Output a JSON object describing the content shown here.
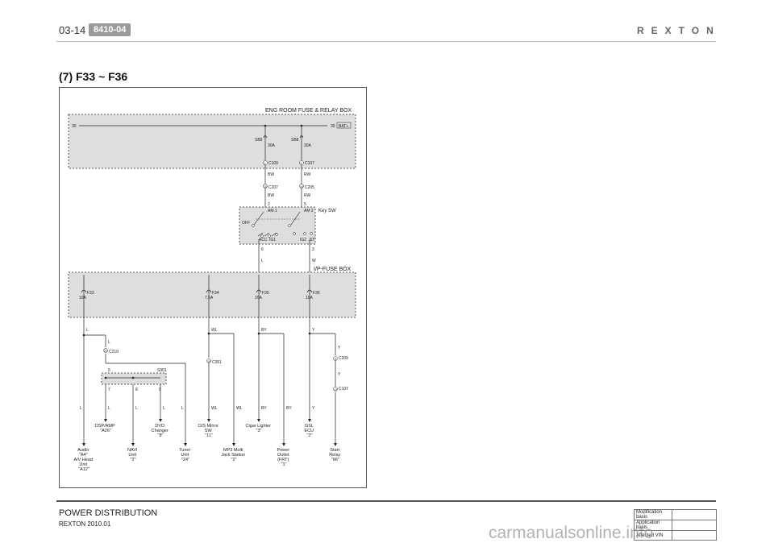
{
  "header": {
    "page_number": "03-14",
    "section_code": "8410-04",
    "brand": "REXTON"
  },
  "section_title": "(7) F33 ~ F36",
  "diagram": {
    "eng_box_title": "ENG ROOM FUSE & RELAY BOX",
    "bus_left": "30",
    "bus_right": "30",
    "bat_label": "BAT+",
    "fuse_sb9": {
      "name": "SB9",
      "rating": "30A"
    },
    "fuse_sb8": {
      "name": "SB8",
      "rating": "30A"
    },
    "conn_c109": {
      "pin": "1",
      "name": "C109"
    },
    "conn_c107_top": {
      "pin": "1",
      "name": "C107"
    },
    "wire_bw_1": "BW",
    "wire_rw_1": "RW",
    "conn_c207": {
      "pin": "16",
      "name": "C207"
    },
    "conn_c205": {
      "pin": "14",
      "name": "C205"
    },
    "wire_bw_2": "BW",
    "wire_rw_2": "RW",
    "pin_2": "2",
    "pin_5": "5",
    "key_sw_label": "Key SW",
    "am1": "AM 1",
    "am2": "AM 2",
    "off": "OFF",
    "acc": "ACC",
    "ig1": "IG1",
    "ig2": "IG2",
    "st": "ST",
    "pin_6": "6",
    "pin_3": "3",
    "wire_l_top": "L",
    "wire_w_top": "W",
    "ip_box_title": "I/P-FUSE BOX",
    "f33": {
      "name": "F33",
      "rating": "10A"
    },
    "f34": {
      "name": "F34",
      "rating": "7.5A"
    },
    "f35": {
      "name": "F35",
      "rating": "20A"
    },
    "f36": {
      "name": "F36",
      "rating": "10A"
    },
    "wire_l_f33": "L",
    "wire_l_c219": "L",
    "wire_wl_f34": "WL",
    "wire_by_f35": "BY",
    "wire_y_f36": "Y",
    "wire_y_c209": "Y",
    "conn_c219": {
      "pin": "21",
      "name": "C219"
    },
    "conn_c351": {
      "pin": "18",
      "name": "C351"
    },
    "conn_c209": {
      "pin": "8",
      "name": "C209"
    },
    "wire_y_c209_lower": "Y",
    "conn_c107_bottom": {
      "pin": "12",
      "name": "C107"
    },
    "splice_s301": "S301",
    "s301_pin_6": "6",
    "s301_pin_7": "7",
    "s301_pin_8": "8",
    "s301_pin_9": "9",
    "bottom_wires": {
      "audio": "L",
      "dsp": "L",
      "navi": "L",
      "dvd": "L",
      "tuner": "L",
      "mirror": "WL",
      "mp3": "WL",
      "cigar": "BY",
      "power": "BY",
      "gsl": "Y"
    },
    "loads": {
      "dsp_amp": [
        "DSP/AMP",
        "\"A26\""
      ],
      "dvd_changer": [
        "DVD",
        "Changer",
        "\"8\""
      ],
      "os_mirror": [
        "O/S Mirror",
        "SW",
        "\"11\""
      ],
      "cigar_lighter": [
        "Cigar Lighter",
        "\"3\""
      ],
      "gsl_ecu": [
        "GSL",
        "ECU",
        "\"2\""
      ],
      "audio": [
        "Audio",
        "\"A4\"",
        "A/V Head",
        "Unit",
        "\"A12\""
      ],
      "navi_unit": [
        "NAVI",
        "Unit",
        "\"2\""
      ],
      "tuner_unit": [
        "Tuner",
        "Unit",
        "\"24\""
      ],
      "mp3_jack": [
        "MP3 Multi",
        "Jack Station",
        "\"2\""
      ],
      "power_outlet": [
        "Power",
        "Outlet",
        "(FRT)",
        "\"1\""
      ],
      "start_relay": [
        "Start",
        "Relay",
        "\"86\""
      ]
    }
  },
  "footer": {
    "title": "POWER DISTRIBUTION",
    "subtitle": "REXTON 2010.01",
    "basis_rows": [
      "Modification basis",
      "Application basis",
      "Affected VIN"
    ]
  },
  "watermark": "carmanualsonline.info"
}
